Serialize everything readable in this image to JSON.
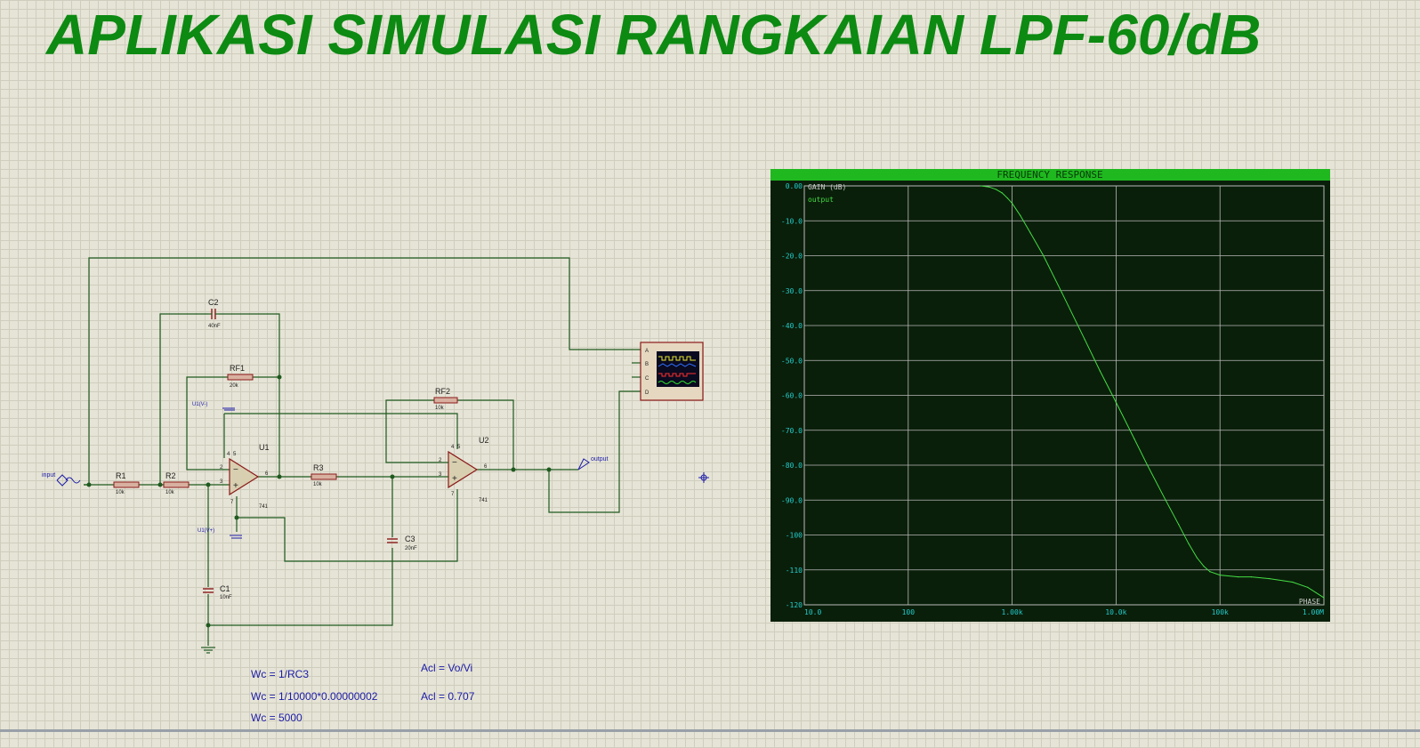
{
  "title": "APLIKASI SIMULASI RANGKAIAN LPF-60/dB",
  "colors": {
    "title": "#0c8a12",
    "wire": "#1f5a1f",
    "component": "#8b1a1a",
    "label": "#1c1ca8",
    "graph_bg": "#0a1f0a",
    "graph_header": "#1fb81f",
    "trace": "#44dd44",
    "axis_text": "#22cccc"
  },
  "components": {
    "input_label": "input",
    "r1": {
      "name": "R1",
      "value": "10k"
    },
    "r2": {
      "name": "R2",
      "value": "10k"
    },
    "r3": {
      "name": "R3",
      "value": "10k"
    },
    "c1": {
      "name": "C1",
      "value": "10nF"
    },
    "c2": {
      "name": "C2",
      "value": "40nF"
    },
    "c3": {
      "name": "C3",
      "value": "20nF"
    },
    "rf1": {
      "name": "RF1",
      "value": "20k"
    },
    "rf2": {
      "name": "RF2",
      "value": "10k"
    },
    "u1": {
      "name": "U1",
      "value": "741"
    },
    "u2": {
      "name": "U2",
      "value": "741"
    },
    "u1_vminus": "U1(V-)",
    "u1_vplus": "U1(V+)",
    "output_label": "output",
    "scope_channels": [
      "A",
      "B",
      "C",
      "D"
    ],
    "pins": {
      "inv": "2",
      "noninv": "3",
      "out": "6",
      "v_minus": "4",
      "v_plus": "7",
      "offset": "5"
    }
  },
  "notes": {
    "wc1": "Wc = 1/RC3",
    "wc2": "Wc = 1/10000*0.00000002",
    "wc3": "Wc = 5000",
    "acl1": "Acl = Vo/Vi",
    "acl2": "Acl = 0.707"
  },
  "chart_data": {
    "type": "line",
    "title": "FREQUENCY RESPONSE",
    "ylabel": "GAIN (dB)",
    "right_label": "PHASE",
    "x_scale": "log",
    "xlim": [
      10,
      1000000
    ],
    "ylim": [
      -120,
      0
    ],
    "x_ticks": [
      {
        "value": 10,
        "label": "10.0"
      },
      {
        "value": 100,
        "label": "100"
      },
      {
        "value": 1000,
        "label": "1.00k"
      },
      {
        "value": 10000,
        "label": "10.0k"
      },
      {
        "value": 100000,
        "label": "100k"
      },
      {
        "value": 1000000,
        "label": "1.00M"
      }
    ],
    "y_ticks": [
      {
        "value": 0,
        "label": "0.00"
      },
      {
        "value": -10,
        "label": "-10.0"
      },
      {
        "value": -20,
        "label": "-20.0"
      },
      {
        "value": -30,
        "label": "-30.0"
      },
      {
        "value": -40,
        "label": "-40.0"
      },
      {
        "value": -50,
        "label": "-50.0"
      },
      {
        "value": -60,
        "label": "-60.0"
      },
      {
        "value": -70,
        "label": "-70.0"
      },
      {
        "value": -80,
        "label": "-80.0"
      },
      {
        "value": -90,
        "label": "-90.0"
      },
      {
        "value": -100,
        "label": "-100"
      },
      {
        "value": -110,
        "label": "-110"
      },
      {
        "value": -120,
        "label": "-120"
      }
    ],
    "series": [
      {
        "name": "output",
        "x": [
          500,
          600,
          700,
          800,
          900,
          1000,
          1200,
          1500,
          2000,
          3000,
          5000,
          7000,
          10000,
          15000,
          20000,
          30000,
          40000,
          50000,
          60000,
          70000,
          80000,
          100000,
          150000,
          200000,
          300000,
          500000,
          700000,
          1000000
        ],
        "y": [
          0,
          -0.3,
          -1,
          -2,
          -3.5,
          -5,
          -8.5,
          -13.5,
          -20,
          -30.5,
          -44,
          -53,
          -62,
          -72.5,
          -80,
          -90,
          -97,
          -102.5,
          -106.5,
          -109,
          -110.5,
          -111.5,
          -112,
          -112,
          -112.5,
          -113.5,
          -115,
          -118
        ]
      }
    ],
    "grid": true,
    "legend": "top-left"
  }
}
